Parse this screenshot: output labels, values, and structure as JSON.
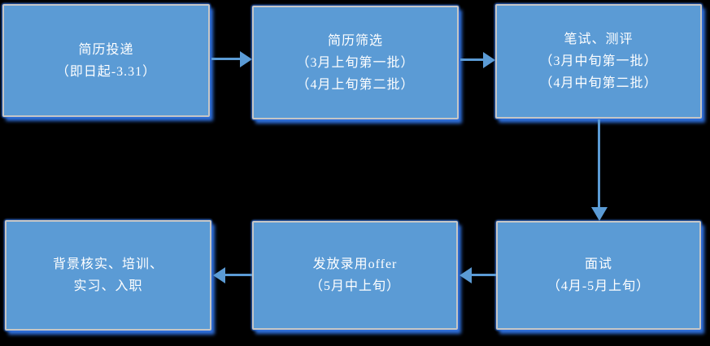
{
  "colors": {
    "background": "#000000",
    "node-fill": "#5b9bd5",
    "node-outline": "#c6c6c6",
    "node-glow": "#2f6ed8",
    "arrow": "#5b9bd5",
    "text": "#ffffff"
  },
  "flow": {
    "nodes": [
      {
        "id": "resume-submission",
        "text": "简历投递\n（即日起-3.31）"
      },
      {
        "id": "resume-screening",
        "text": "简历筛选\n（3月上旬第一批）\n（4月上旬第二批）"
      },
      {
        "id": "written-test-assessment",
        "text": "笔试、测评\n（3月中旬第一批）\n（4月中旬第二批）"
      },
      {
        "id": "interview",
        "text": "面试\n（4月-5月上旬）"
      },
      {
        "id": "offer-issuance",
        "text": "发放录用offer\n（5月中上旬）"
      },
      {
        "id": "background-check-onboarding",
        "text": "背景核实、培训、\n实习、入职"
      }
    ],
    "connections": [
      {
        "from": "resume-submission",
        "to": "resume-screening",
        "direction": "right"
      },
      {
        "from": "resume-screening",
        "to": "written-test-assessment",
        "direction": "right"
      },
      {
        "from": "written-test-assessment",
        "to": "interview",
        "direction": "down"
      },
      {
        "from": "interview",
        "to": "offer-issuance",
        "direction": "left"
      },
      {
        "from": "offer-issuance",
        "to": "background-check-onboarding",
        "direction": "left"
      }
    ]
  }
}
